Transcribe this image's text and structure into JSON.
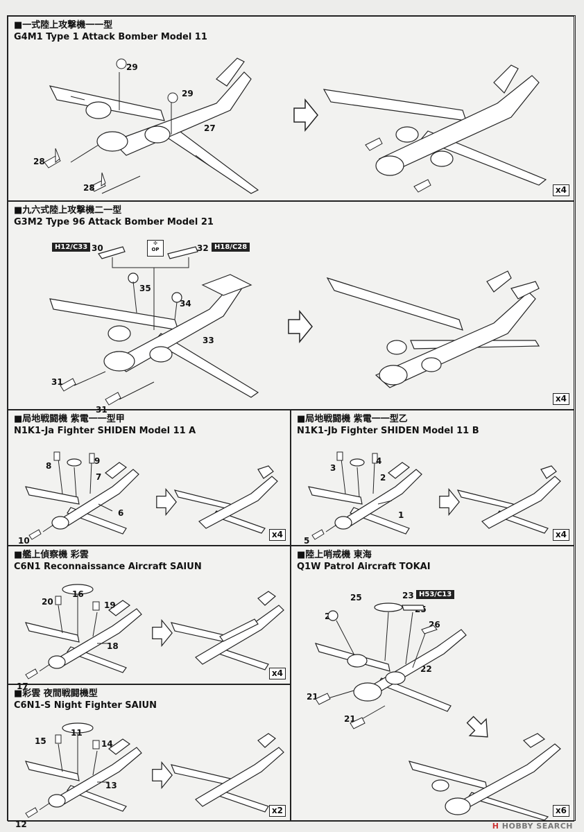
{
  "panels": {
    "g4m1": {
      "title_jp": "■一式陸上攻撃機一一型",
      "title_en": "G4M1 Type 1 Attack Bomber Model 11",
      "qty": "x4",
      "parts": [
        "29",
        "29",
        "27",
        "28",
        "28"
      ]
    },
    "g3m2": {
      "title_jp": "■九六式陸上攻撃機二一型",
      "title_en": "G3M2 Type 96 Attack Bomber Model 21",
      "qty": "x4",
      "tag_left": "H12/C33",
      "tag_right": "H18/C28",
      "op_label": "OP",
      "parts": [
        "30",
        "32",
        "35",
        "34",
        "33",
        "31",
        "31"
      ]
    },
    "n1k1_ja": {
      "title_jp": "■局地戦闘機 紫電一一型甲",
      "title_en": "N1K1-Ja Fighter SHIDEN Model 11 A",
      "qty": "x4",
      "parts": [
        "8",
        "9",
        "7",
        "6",
        "10"
      ]
    },
    "n1k1_jb": {
      "title_jp": "■局地戦闘機 紫電一一型乙",
      "title_en": "N1K1-Jb Fighter SHIDEN Model 11 B",
      "qty": "x4",
      "parts": [
        "3",
        "4",
        "2",
        "1",
        "5"
      ]
    },
    "c6n1": {
      "title_jp": "■艦上偵察機 彩雲",
      "title_en": "C6N1 Reconnaissance Aircraft SAIUN",
      "qty": "x4",
      "parts": [
        "16",
        "20",
        "19",
        "18",
        "17"
      ]
    },
    "q1w": {
      "title_jp": "■陸上哨戒機 東海",
      "title_en": "Q1W Patrol Aircraft TOKAI",
      "qty": "x6",
      "tag": "H53/C13",
      "parts": [
        "25",
        "23",
        "25",
        "24",
        "26",
        "22",
        "21",
        "21"
      ]
    },
    "c6n1s": {
      "title_jp": "■彩雲 夜間戦闘機型",
      "title_en": "C6N1-S Night Fighter SAIUN",
      "qty": "x2",
      "parts": [
        "11",
        "15",
        "14",
        "13",
        "12"
      ]
    }
  },
  "watermark": {
    "brand": "HOBBY SEARCH",
    "prefix": "H"
  }
}
